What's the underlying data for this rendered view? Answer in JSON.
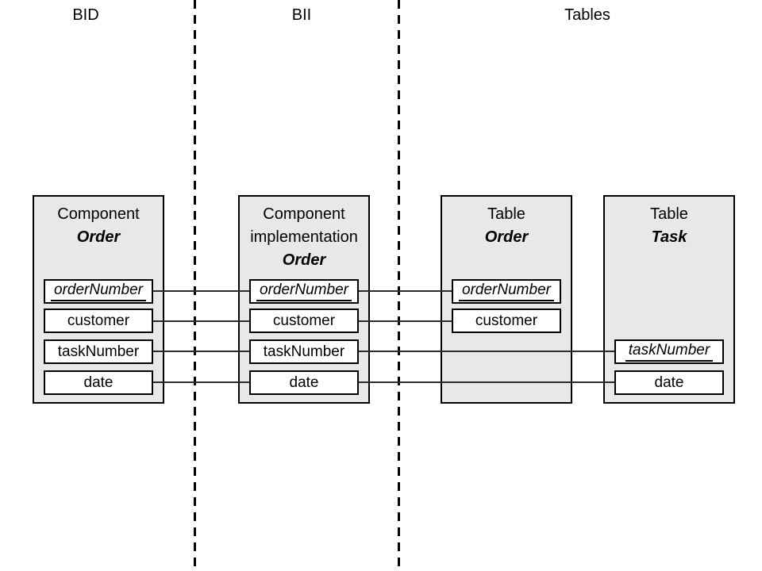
{
  "lanes": {
    "bid": "BID",
    "bii": "BII",
    "tables": "Tables"
  },
  "entities": [
    {
      "title": [
        "Component"
      ],
      "emph": "Order",
      "fields": [
        {
          "label": "orderNumber",
          "key": true
        },
        {
          "label": "customer",
          "key": false
        },
        {
          "label": "taskNumber",
          "key": false
        },
        {
          "label": "date",
          "key": false
        }
      ]
    },
    {
      "title": [
        "Component",
        "implementation"
      ],
      "emph": "Order",
      "fields": [
        {
          "label": "orderNumber",
          "key": true
        },
        {
          "label": "customer",
          "key": false
        },
        {
          "label": "taskNumber",
          "key": false
        },
        {
          "label": "date",
          "key": false
        }
      ]
    },
    {
      "title": [
        "Table"
      ],
      "emph": "Order",
      "fields": [
        {
          "label": "orderNumber",
          "key": true
        },
        {
          "label": "customer",
          "key": false
        }
      ]
    },
    {
      "title": [
        "Table"
      ],
      "emph": "Task",
      "fields": [
        {
          "label": "taskNumber",
          "key": true
        },
        {
          "label": "date",
          "key": false
        }
      ]
    }
  ],
  "connections": [
    {
      "field": "orderNumber",
      "path": [
        "Component Order",
        "Component implementation Order",
        "Table Order"
      ]
    },
    {
      "field": "customer",
      "path": [
        "Component Order",
        "Component implementation Order",
        "Table Order"
      ]
    },
    {
      "field": "taskNumber",
      "path": [
        "Component Order",
        "Component implementation Order",
        "Table Task"
      ]
    },
    {
      "field": "date",
      "path": [
        "Component Order",
        "Component implementation Order",
        "Table Task"
      ]
    }
  ],
  "colors": {
    "entity_fill": "#e8e8e8",
    "border": "#000000",
    "connector": "#2b2b2b"
  }
}
